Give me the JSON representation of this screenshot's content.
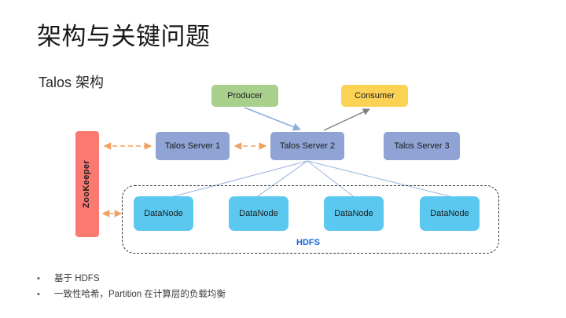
{
  "slide": {
    "title": "架构与关键问题",
    "subtitle": "Talos 架构"
  },
  "diagram": {
    "producer": "Producer",
    "consumer": "Consumer",
    "zookeeper": "ZooKeeper",
    "servers": [
      {
        "label": "Talos Server 1"
      },
      {
        "label": "Talos Server 2"
      },
      {
        "label": "Talos Server 3"
      }
    ],
    "datanodes": [
      {
        "label": "DataNode"
      },
      {
        "label": "DataNode"
      },
      {
        "label": "DataNode"
      },
      {
        "label": "DataNode"
      }
    ],
    "hdfs_label": "HDFS",
    "colors": {
      "producer": "#A9CF8D",
      "consumer": "#FCD254",
      "server": "#8FA4D4",
      "zookeeper": "#FA7A72",
      "datanode": "#5BC8F0",
      "hdfs_label": "#1565D8",
      "hdfs_border": "#333333",
      "blue_arrow": "#8FAEDC",
      "gray_arrow": "#808080",
      "orange_arrow": "#F4A460"
    }
  },
  "bullets": [
    {
      "marker": "•",
      "text": "基于 HDFS"
    },
    {
      "marker": "•",
      "text": "一致性哈希，Partition 在计算层的负载均衡"
    }
  ]
}
